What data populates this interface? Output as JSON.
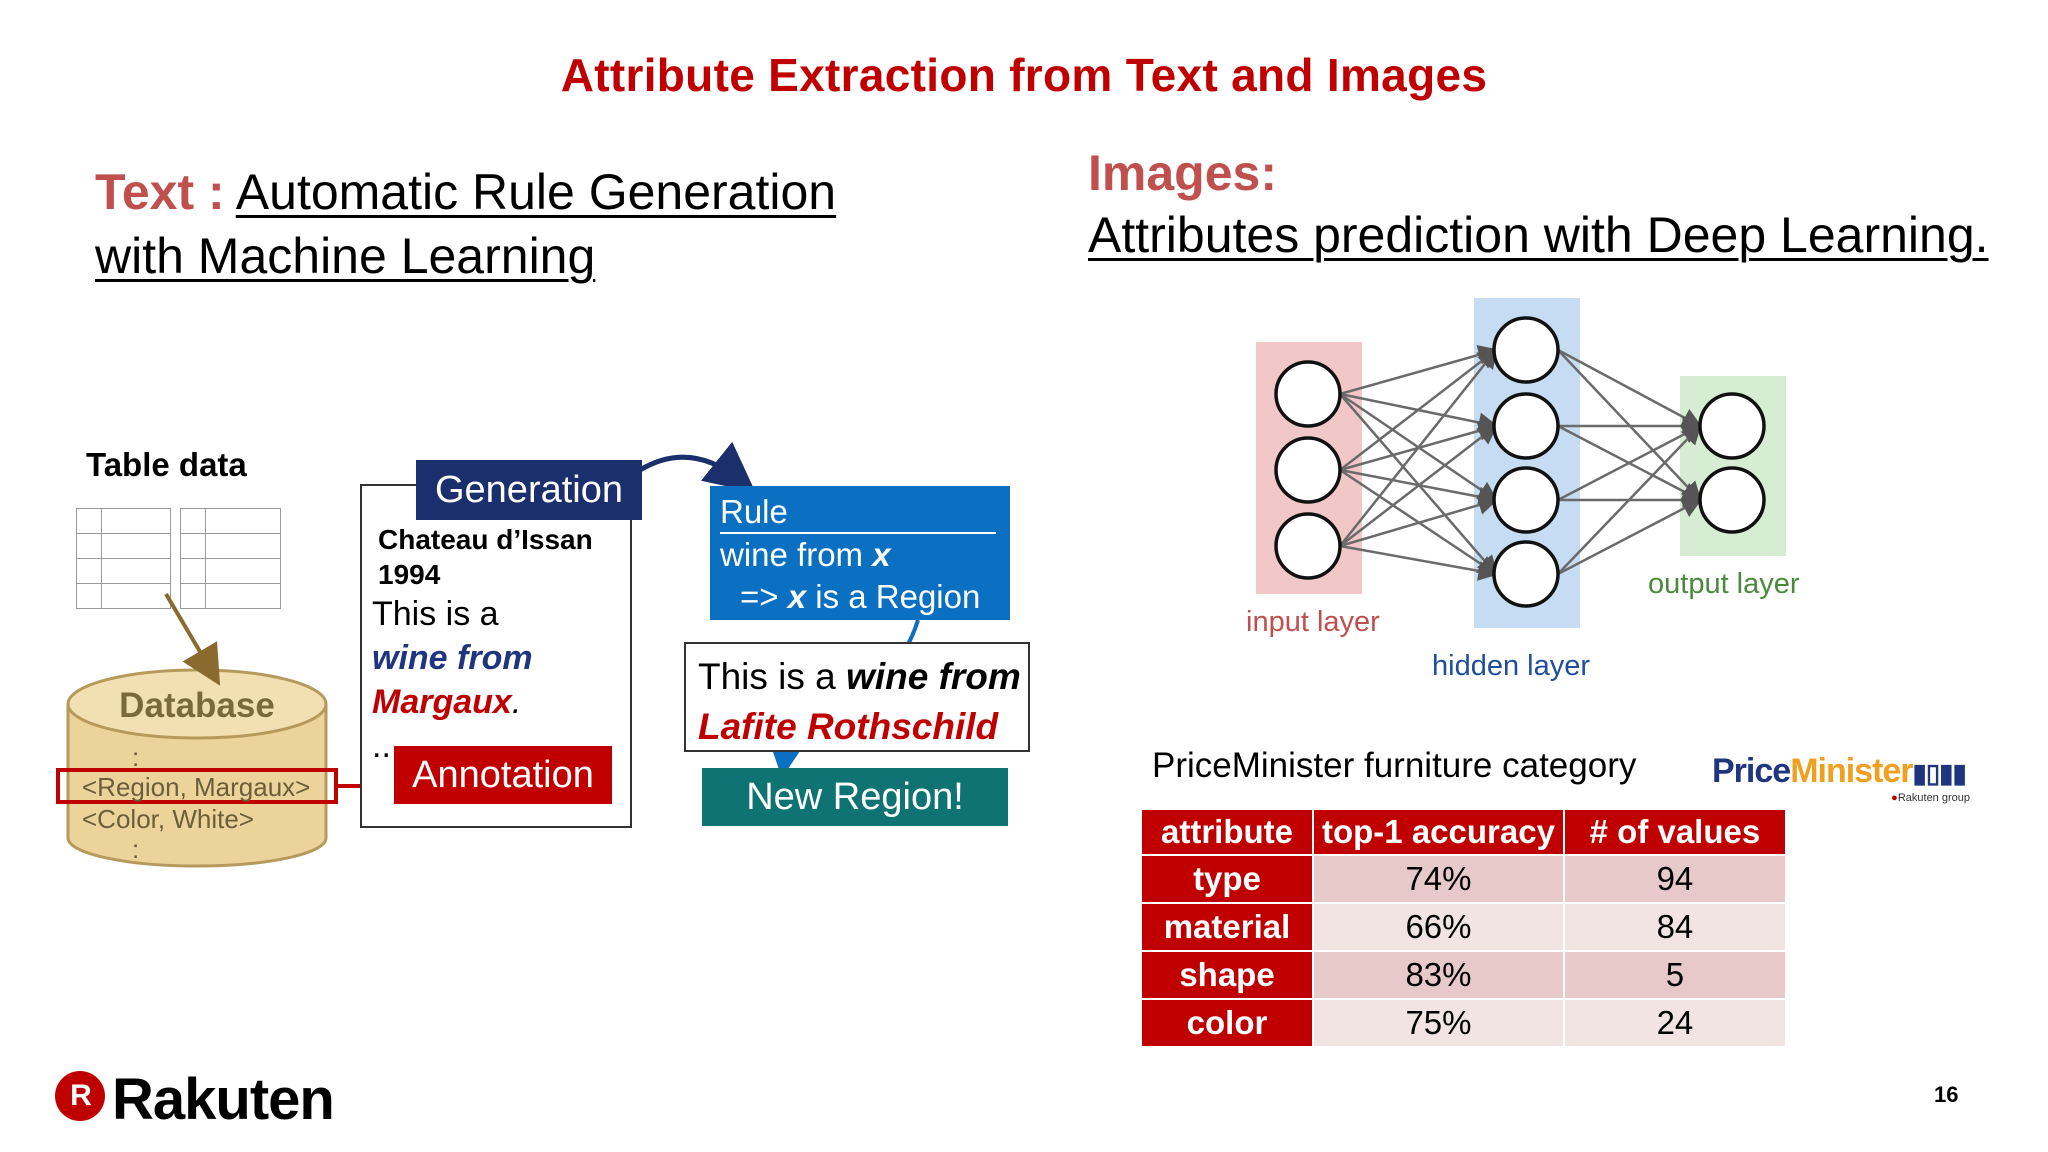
{
  "slide": {
    "title": "Attribute Extraction from Text and Images",
    "page_number": "16"
  },
  "left_section": {
    "prefix": "Text :",
    "heading_line1": "Automatic Rule Generation",
    "heading_line2": "with Machine Learning",
    "table_label": "Table data",
    "database": {
      "label": "Database",
      "dots1": ":",
      "entry1": "<Region, Margaux>",
      "entry2": "<Color, White>",
      "dots2": ":"
    },
    "document": {
      "title_line1": "Chateau d’Issan",
      "title_line2": "1994",
      "body_line1": "This is a",
      "body_wine_from": "wine from",
      "body_margaux": "Margaux",
      "body_period": ".",
      "body_ellipsis": ".."
    },
    "generation_label": "Generation",
    "annotation_label": "Annotation",
    "rule": {
      "title": "Rule",
      "line1_text": "wine from ",
      "line1_var": "x",
      "line2_arrow": "=> ",
      "line2_var": "x",
      "line2_text": " is a Region"
    },
    "sentence": {
      "prefix": "This is a ",
      "wine_from": "wine from",
      "lafite": "Lafite Rothschild"
    },
    "new_region_label": "New Region!"
  },
  "right_section": {
    "prefix": "Images:",
    "heading": "Attributes prediction with Deep Learning.",
    "network": {
      "input_label": "input layer",
      "hidden_label": "hidden layer",
      "output_label": "output layer"
    },
    "caption": "PriceMinister furniture category",
    "logo": {
      "text_price": "Price",
      "text_minister": "Minister",
      "sub": "Rakuten group"
    },
    "table": {
      "headers": [
        "attribute",
        "top-1 accuracy",
        "# of values"
      ],
      "rows": [
        {
          "attribute": "type",
          "accuracy": "74%",
          "values": "94"
        },
        {
          "attribute": "material",
          "accuracy": "66%",
          "values": "84"
        },
        {
          "attribute": "shape",
          "accuracy": "83%",
          "values": "5"
        },
        {
          "attribute": "color",
          "accuracy": "75%",
          "values": "24"
        }
      ]
    }
  },
  "footer": {
    "brand": "Rakuten",
    "brand_initial": "R"
  },
  "colors": {
    "title_red": "#c00000",
    "heading_red": "#c0504d",
    "generation_navy": "#1a2f6b",
    "rule_blue": "#0b6fc2",
    "new_region_teal": "#0f7373",
    "database_tan": "#ecd39a"
  }
}
